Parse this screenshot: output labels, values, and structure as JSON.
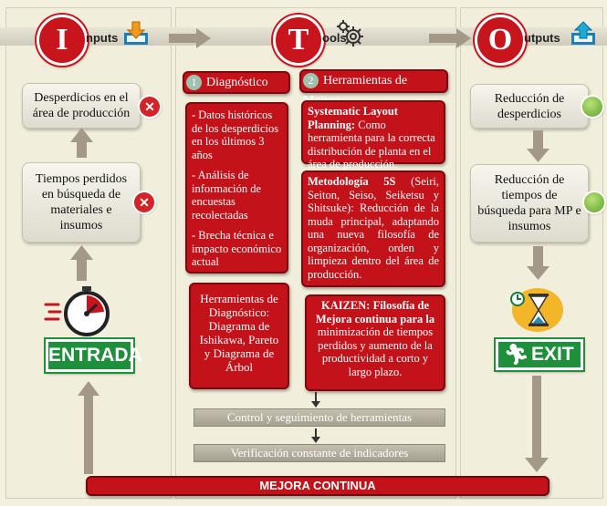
{
  "header": {
    "inputs_letter": "I",
    "inputs_rest": "nputs",
    "tools_letter": "T",
    "tools_rest": "ools",
    "outputs_letter": "O",
    "outputs_rest": "utputs"
  },
  "inputs": {
    "box1": "Desperdicios en el área de producción",
    "box2": "Tiempos perdidos en búsqueda de materiales e insumos",
    "badge": "ENTRADA"
  },
  "tools": {
    "diag_num": "1",
    "diag_title": "Diagnóstico",
    "diag_items": [
      "- Datos históricos de los desperdicios en los últimos 3 años",
      "- Análisis de información de encuestas recolectadas",
      "- Brecha técnica e impacto económico actual"
    ],
    "diag_tools": "Herramientas de Diagnóstico: Diagrama de Ishikawa, Pareto y Diagrama de Árbol",
    "mejora_num": "2",
    "mejora_title": "Herramientas de Mejora",
    "slp_title": "Systematic Layout Planning:",
    "slp_text": "Como herramienta para la correcta distribución de planta en el área de producción.",
    "ss_title": "Metodología 5S",
    "ss_text": "(Seiri, Seiton, Seiso, Seiketsu y Shitsuke): Reducción de la muda principal, adaptando una nueva filosofía de organización, orden y limpieza dentro del área de producción.",
    "kaizen_title": "KAIZEN: Filosofía de Mejora continua para la",
    "kaizen_text": "minimización de tiempos perdidos y aumento de la productividad a corto y largo plazo.",
    "control": "Control y seguimiento de herramientas",
    "verif": "Verificación constante de indicadores"
  },
  "outputs": {
    "box1": "Reducción de desperdicios",
    "box2": "Reducción de tiempos de búsqueda para MP e insumos",
    "badge": "EXIT"
  },
  "footer": "MEJORA CONTINUA",
  "colors": {
    "red": "#c4121a",
    "green": "#1e8f3a",
    "grey": "#a39986"
  }
}
